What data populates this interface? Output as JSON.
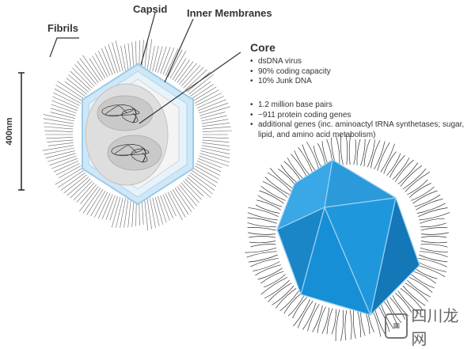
{
  "labels": {
    "fibrils": "Fibrils",
    "capsid": "Capsid",
    "inner_membranes": "Inner Membranes",
    "core": "Core",
    "scale": "400nm"
  },
  "facts_group_1": [
    "dsDNA virus",
    "90% coding capacity",
    "10% Junk DNA"
  ],
  "facts_group_2": [
    "1.2 million base pairs",
    "~911 protein coding genes",
    "additional genes (inc. aminoactyl tRNA synthetases; sugar, lipid, and amino acid metabolism)"
  ],
  "watermark": {
    "text": "四川龙网"
  },
  "colors": {
    "capsid_light": "#bfe0f4",
    "capsid_edge": "#8ec4e8",
    "icosahedron_blue": "#1f8fd3",
    "icosahedron_dark": "#1377b8",
    "fibril": "#555555"
  }
}
